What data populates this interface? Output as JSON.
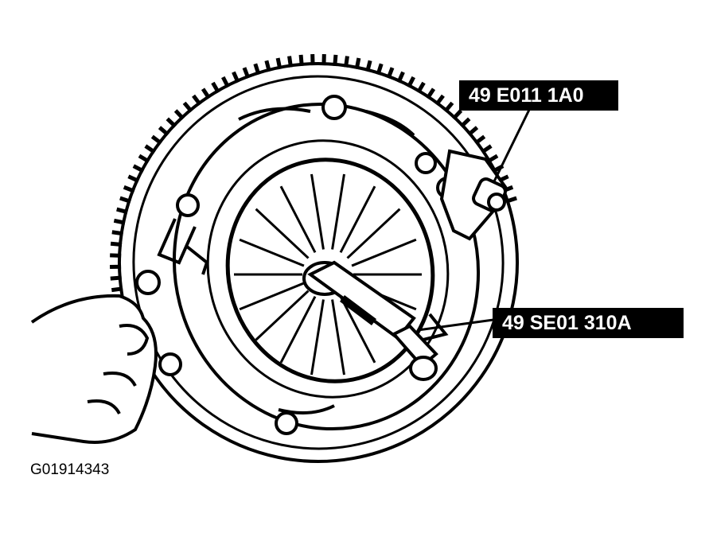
{
  "callouts": {
    "upper_tool": "49 E011 1A0",
    "center_tool": "49 SE01 310A"
  },
  "figure_id": "G01914343",
  "colors": {
    "ink": "#000000",
    "paper": "#ffffff",
    "label_bg": "#000000",
    "label_text": "#ffffff"
  }
}
